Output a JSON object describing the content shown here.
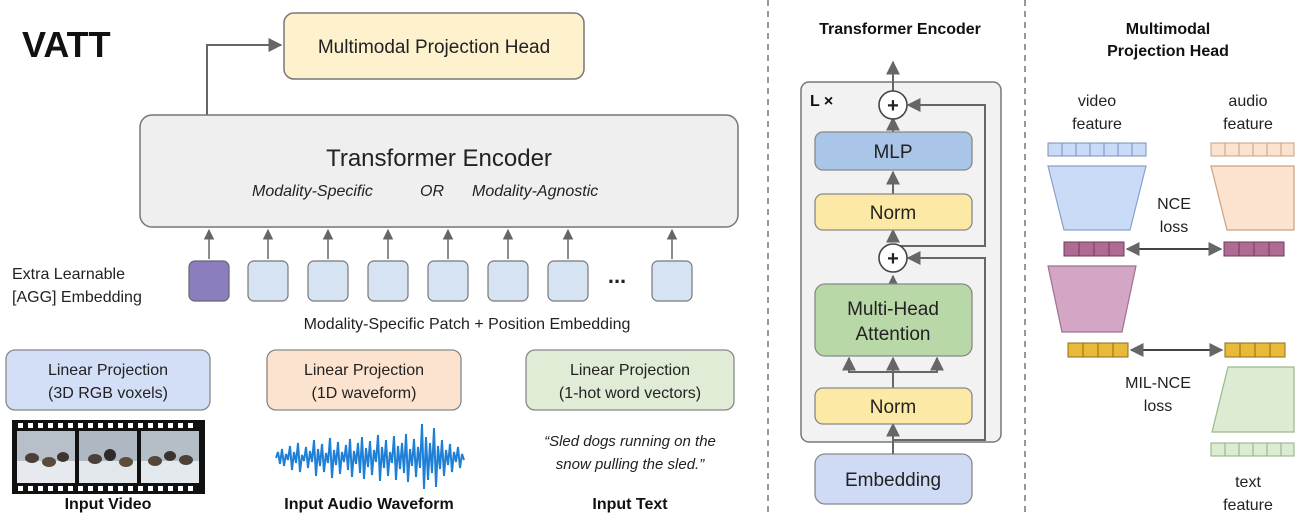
{
  "left": {
    "title": "VATT",
    "projection_head": "Multimodal Projection Head",
    "encoder": {
      "title": "Transformer Encoder",
      "subtitle_a": "Modality-Specific",
      "subtitle_or": "OR",
      "subtitle_b": "Modality-Agnostic"
    },
    "agg_label_line1": "Extra Learnable",
    "agg_label_line2": "[AGG] Embedding",
    "ellipsis": "...",
    "patch_label": "Modality-Specific Patch + Position Embedding",
    "projections": [
      {
        "line1": "Linear Projection",
        "line2": "(3D RGB voxels)",
        "fill": "#d3def7"
      },
      {
        "line1": "Linear Projection",
        "line2": "(1D waveform)",
        "fill": "#fbe3cf"
      },
      {
        "line1": "Linear Projection",
        "line2": "(1-hot word vectors)",
        "fill": "#e0ecd5"
      }
    ],
    "text_quote_line1": "“Sled dogs running on the",
    "text_quote_line2": "snow pulling the sled.”",
    "inputs": [
      "Input Video",
      "Input Audio Waveform",
      "Input Text"
    ]
  },
  "middle": {
    "title": "Transformer Encoder",
    "repeat": "L ×",
    "plus": "+",
    "mlp": "MLP",
    "norm": "Norm",
    "attention_line1": "Multi-Head",
    "attention_line2": "Attention",
    "embedding": "Embedding"
  },
  "right": {
    "title_line1": "Multimodal",
    "title_line2": "Projection Head",
    "video_line1": "video",
    "video_line2": "feature",
    "audio_line1": "audio",
    "audio_line2": "feature",
    "nce_line1": "NCE",
    "nce_line2": "loss",
    "milnce_line1": "MIL-NCE",
    "milnce_line2": "loss",
    "text_line1": "text",
    "text_line2": "feature"
  },
  "colors": {
    "head_fill": "#fdf2cd",
    "encoder_fill": "#efefef",
    "agg_fill": "#8c7dbe",
    "patch_fill": "#d6e3f2",
    "mlp_fill": "#a9c5e8",
    "norm_fill": "#fde9a6",
    "attention_fill": "#b9d8a7",
    "embedding_fill": "#cfdbf5",
    "video_feat": "#c9dbf7",
    "audio_feat": "#fbe3cf",
    "text_feat": "#dbecd3",
    "mid_feat": "#b16a93",
    "low_feat": "#e9b93a",
    "waveform": "#1f7fd6"
  }
}
